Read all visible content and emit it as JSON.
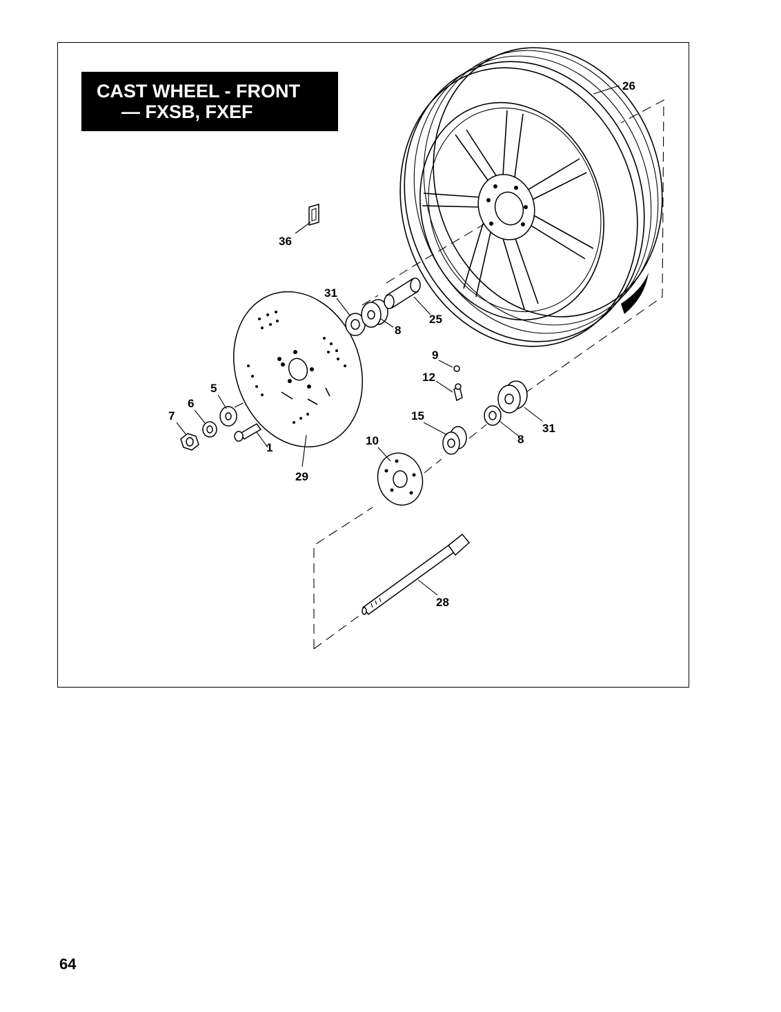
{
  "title": {
    "line1": "CAST WHEEL - FRONT",
    "line2": "— FXSB, FXEF"
  },
  "page_number": "64",
  "callouts": {
    "p1": "1",
    "p5": "5",
    "p6": "6",
    "p7": "7",
    "p8a": "8",
    "p8b": "8",
    "p9": "9",
    "p10": "10",
    "p12": "12",
    "p15": "15",
    "p25": "25",
    "p26": "26",
    "p28": "28",
    "p29": "29",
    "p31a": "31",
    "p31b": "31",
    "p36": "36"
  }
}
